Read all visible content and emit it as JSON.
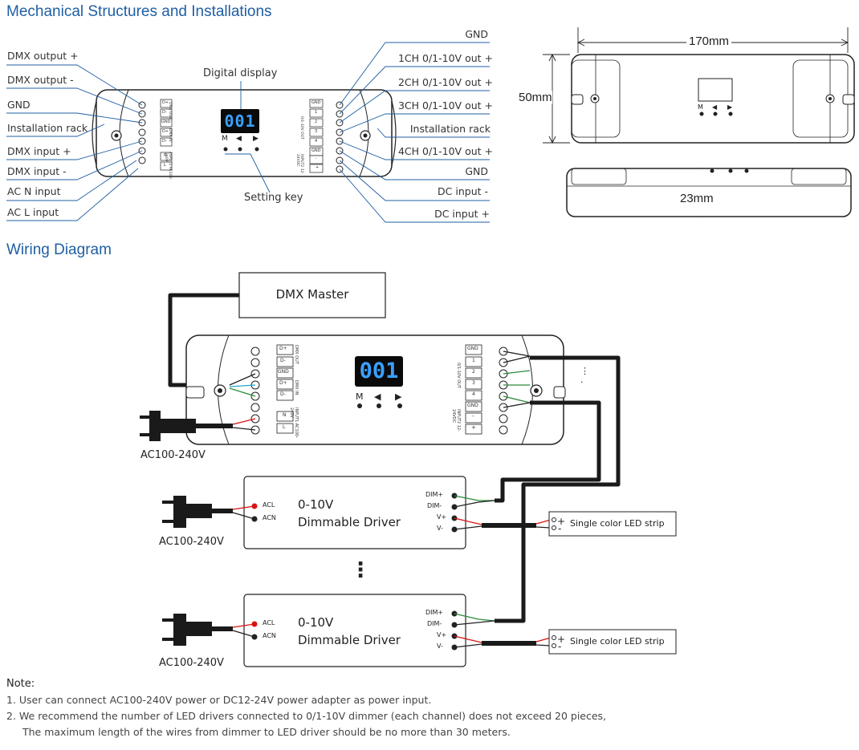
{
  "sections": {
    "mechanical_title": "Mechanical Structures and Installations",
    "wiring_title": "Wiring Diagram"
  },
  "left_labels": [
    "DMX output +",
    "DMX output -",
    "GND",
    "Installation rack",
    "DMX input +",
    "DMX input -",
    "AC N input",
    "AC L input"
  ],
  "right_labels": [
    "GND",
    "1CH 0/1-10V out +",
    "2CH 0/1-10V out +",
    "3CH 0/1-10V out +",
    "Installation rack",
    "4CH 0/1-10V out +",
    "GND",
    "DC input -",
    "DC input +"
  ],
  "callouts": {
    "digital_display": "Digital display",
    "setting_key": "Setting key"
  },
  "device": {
    "display_value": "001",
    "buttons": [
      "M",
      "◀",
      "▶"
    ],
    "left_terminals": [
      "D+",
      "D-",
      "GND",
      "D+",
      "D-",
      "N",
      "L"
    ],
    "left_group_labels": [
      "DMX OUT",
      "DMX IN",
      "INPUT1 AC100-240V"
    ],
    "right_terminals": [
      "GND",
      "1",
      "2",
      "3",
      "4",
      "GND",
      "-",
      "+"
    ],
    "right_group_labels": [
      "0/1-10V OUT",
      "INPUT2 12-24VDC"
    ]
  },
  "dimensions": {
    "length": "170mm",
    "height": "50mm",
    "depth": "23mm"
  },
  "wiring": {
    "dmx_master": "DMX Master",
    "ac_label": "AC100-240V",
    "driver_title_line1": "0-10V",
    "driver_title_line2": "Dimmable Driver",
    "driver_inputs": [
      "ACL",
      "ACN"
    ],
    "driver_outputs": [
      "DIM+",
      "DIM-",
      "V+",
      "V-"
    ],
    "led_strip": "Single color LED strip",
    "strip_plus": "+",
    "strip_minus": "-",
    "ellipsis": "⋮"
  },
  "notes": {
    "title": "Note:",
    "lines": [
      "1. User can connect AC100-240V power or DC12-24V power adapter as power input.",
      "2. We recommend the number of LED drivers connected to 0/1-10V dimmer (each channel) does not exceed 20 pieces,",
      "The maximum length of the wires from dimmer to LED driver should be no more than 30 meters."
    ]
  },
  "colors": {
    "title_blue": "#1f5fa3",
    "callout_line": "#1f5fa3",
    "display_bg": "#0a0a0a",
    "display_digits": "#3aa0ff",
    "wire_black": "#1a1a1a",
    "wire_red": "#d11",
    "wire_green": "#2a8a3a",
    "wire_cyan": "#22a7c8"
  }
}
